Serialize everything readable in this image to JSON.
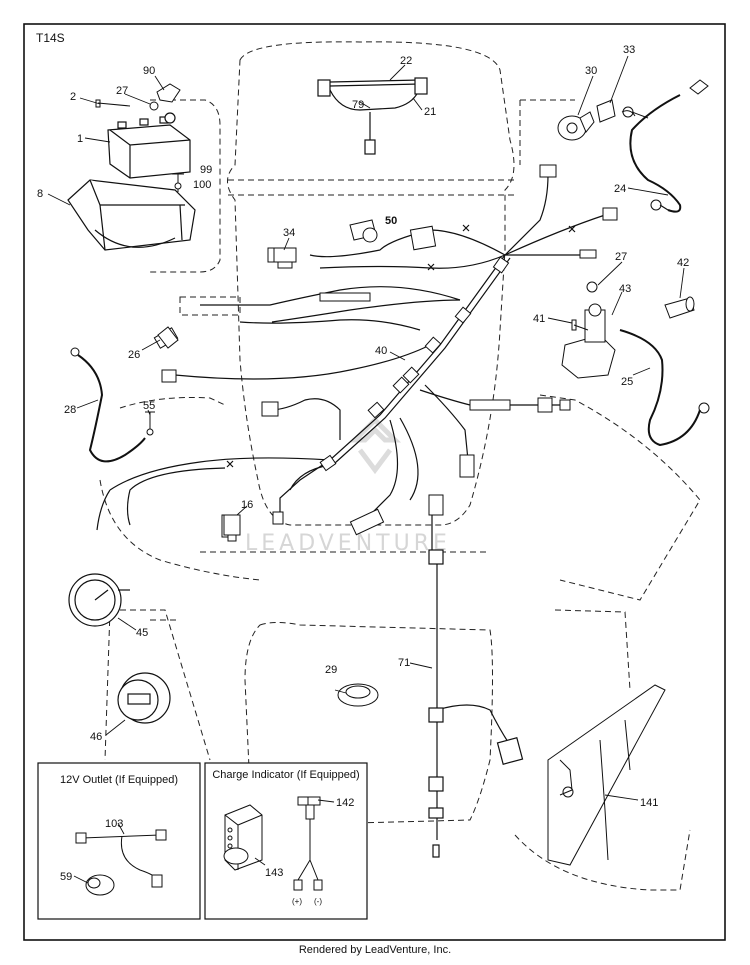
{
  "diagram_code": "T14S",
  "parts": {
    "p1": "1",
    "p2": "2",
    "p8": "8",
    "p16": "16",
    "p21": "21",
    "p22": "22",
    "p24": "24",
    "p25": "25",
    "p26": "26",
    "p27a": "27",
    "p27b": "27",
    "p28": "28",
    "p29": "29",
    "p30": "30",
    "p33": "33",
    "p34": "34",
    "p40": "40",
    "p41": "41",
    "p42": "42",
    "p43": "43",
    "p45": "45",
    "p46": "46",
    "p50": "50",
    "p55": "55",
    "p59": "59",
    "p71": "71",
    "p79": "79",
    "p90": "90",
    "p99": "99",
    "p100": "100",
    "p103": "103",
    "p141": "141",
    "p142": "142",
    "p143": "143"
  },
  "insets": {
    "outlet_title": "12V Outlet (If Equipped)",
    "charge_title": "Charge Indicator (If Equipped)",
    "plus": "(+)",
    "minus": "(-)"
  },
  "watermark": "LEADVENTURE",
  "footer": "Rendered by LeadVenture, Inc."
}
